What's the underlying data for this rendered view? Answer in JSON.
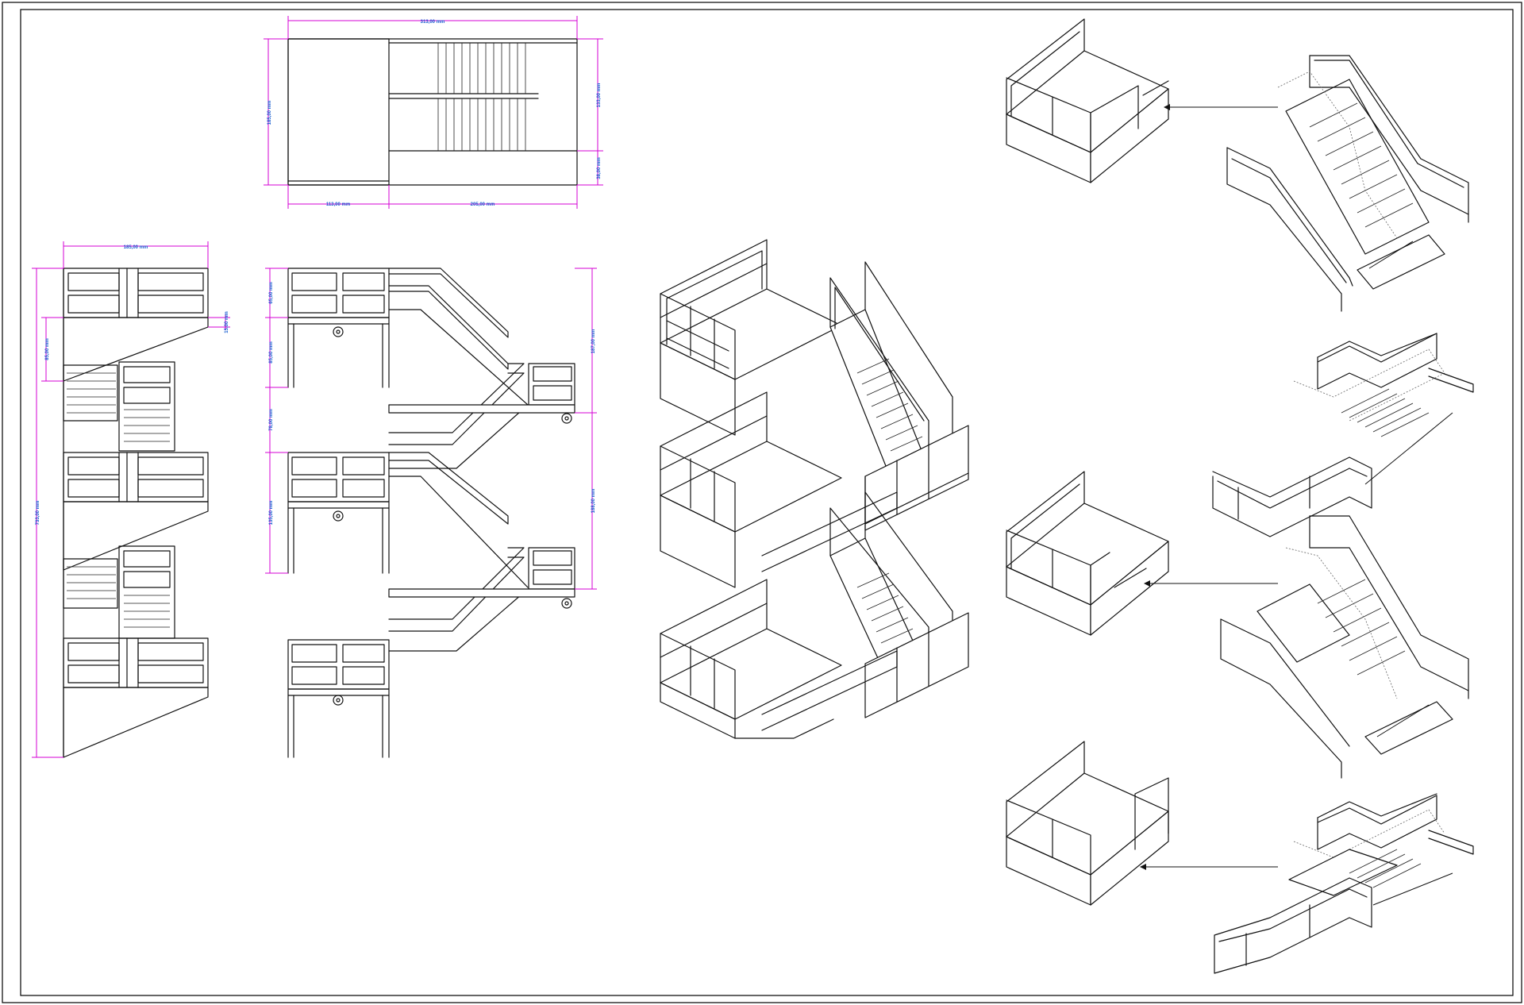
{
  "sheet": {
    "border_color": "#000000",
    "line_color": "#111111",
    "dimension_color": "#d400d4",
    "dimension_text_color": "#1a5fd0"
  },
  "plan_view": {
    "dim_top": "313,00 mm",
    "dim_left": "185,00 mm",
    "dim_right_upper": "133,00 mm",
    "dim_right_lower": "38,00 mm",
    "dim_bottom_left": "113,00 mm",
    "dim_bottom_right": "205,00 mm"
  },
  "side_elevation": {
    "dim_top": "185,00 mm",
    "dim_small_right": "15,00 mm",
    "dim_left_inner": "85,00 mm",
    "dim_total_height": "733,00 mm"
  },
  "front_elevation": {
    "dim_left_1": "65,00 mm",
    "dim_left_2": "85,00 mm",
    "dim_left_3": "78,00 mm",
    "dim_left_4": "135,00 mm",
    "dim_right_1": "187,00 mm",
    "dim_right_2": "188,00 mm"
  },
  "exploded_views": {
    "count": 3,
    "arrow_direction": "left"
  }
}
